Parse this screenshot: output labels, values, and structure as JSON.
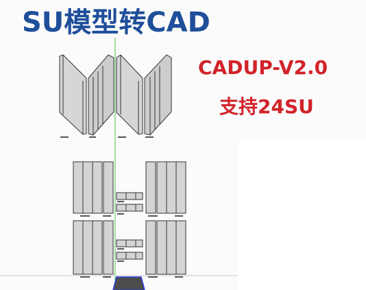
{
  "header": {
    "title": "SU模型转CAD"
  },
  "badge": {
    "product": "CADUP-V2.0",
    "support": "支持24SU"
  },
  "colors": {
    "title_blue": "#1f4f9a",
    "accent_red": "#d2232a",
    "panel_gray": "#d4d4d4",
    "axis_green": "#4fbf4f",
    "axis_blue": "#2a3fd8"
  }
}
